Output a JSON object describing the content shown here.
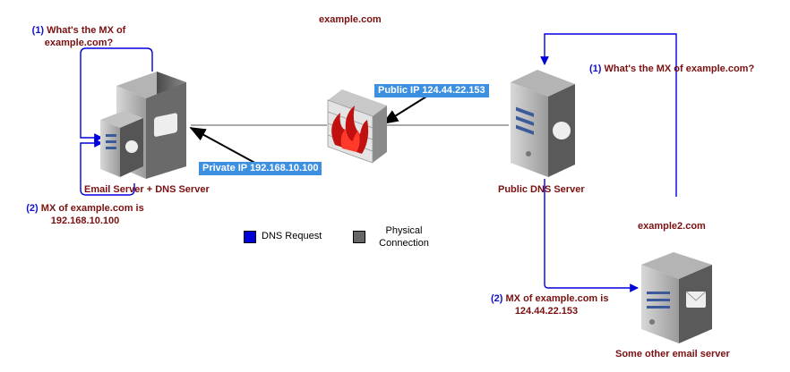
{
  "domain_label": "example.com",
  "domain2_label": "example2.com",
  "left_query": {
    "step": "(1)",
    "text_line1": "What's the MX of",
    "text_line2": "example.com?"
  },
  "left_answer": {
    "step": "(2)",
    "text_line1": "MX of example.com is",
    "text_line2": "192.168.10.100"
  },
  "right_query": {
    "step": "(1)",
    "text": "What's the MX of example.com?"
  },
  "right_answer": {
    "step": "(2)",
    "text_line1": "MX of example.com is",
    "text_line2": "124.44.22.153"
  },
  "public_ip": "Public IP 124.44.22.153",
  "private_ip": "Private IP 192.168.10.100",
  "email_dns_label": "Email Server + DNS Server",
  "public_dns_label": "Public DNS Server",
  "other_email_label": "Some other email server",
  "legend": {
    "dns_request": "DNS Request",
    "physical_line1": "Physical",
    "physical_line2": "Connection"
  },
  "colors": {
    "dns_request": "#0000dd",
    "physical_connection": "#666666",
    "ip_badge": "#3d8fe0",
    "label_text": "#7a1010",
    "step_number": "#1010c8"
  }
}
